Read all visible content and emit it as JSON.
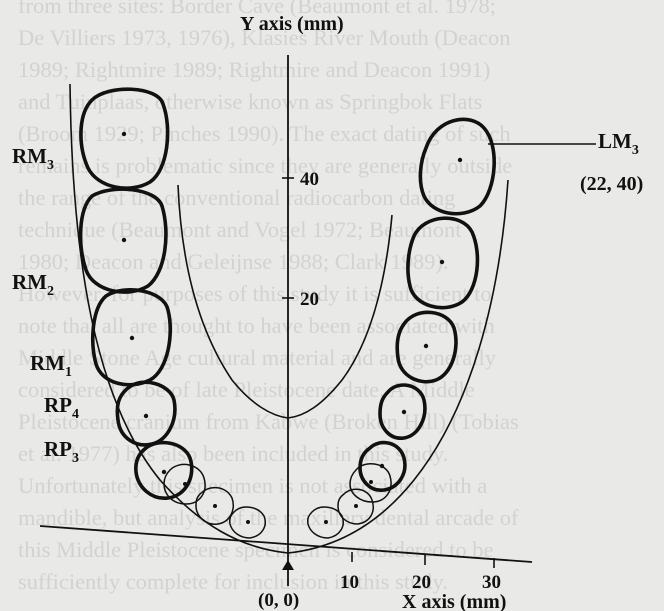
{
  "background_text": [
    "from three sites: Border Cave (Beaumont et al. 1978;",
    "De Villiers 1973, 1976), Klasies River Mouth (Deacon",
    "1989; Rightmire 1989; Rightmire and Deacon 1991)",
    "and Tuinplaas, otherwise known as Springbok Flats",
    "(Broom 1929; Pinches 1990). The exact dating of such",
    "remains is problematic since they are generally outside",
    "the range of the conventional radiocarbon dating",
    "technique (Beaumont and Vogel 1972; Beaumont",
    "1980; Deacon and Geleijnse 1988; Clark 1989).",
    "However, for purposes of this study it is sufficient to",
    "note that all are thought to have been associated with",
    "Middle Stone Age cultural material and are generally",
    "considered to be of late Pleistocene date. A Middle",
    "Pleistocene cranium from Kabwe (Broken Hill) (Tobias",
    "et al. 1977) has also been included in this study.",
    "Unfortunately this specimen is not associated with a",
    "mandible, but analysis of the maxillary dental arcade of",
    "this Middle Pleistocene specimen is considered to be",
    "sufficiently complete for inclusion in this study."
  ],
  "figure": {
    "y_axis_title": "Y axis (mm)",
    "x_axis_title": "X axis (mm)",
    "origin_label": "(0, 0)",
    "y_ticks": [
      "20",
      "40"
    ],
    "x_ticks": [
      "10",
      "20",
      "30"
    ],
    "teeth_left": [
      {
        "label": "RM",
        "sub": "3"
      },
      {
        "label": "RM",
        "sub": "2"
      },
      {
        "label": "RM",
        "sub": "1"
      },
      {
        "label": "RP",
        "sub": "4"
      },
      {
        "label": "RP",
        "sub": "3"
      }
    ],
    "tooth_right": {
      "label": "LM",
      "sub": "3",
      "coord": "(22, 40)"
    }
  }
}
